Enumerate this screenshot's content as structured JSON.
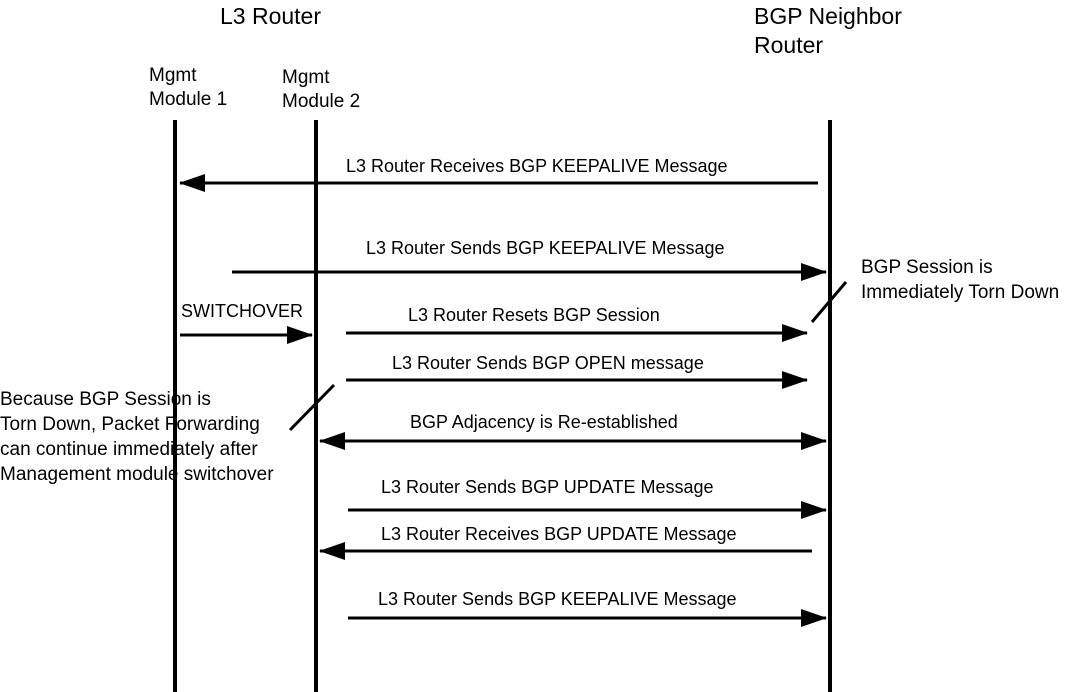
{
  "headers": {
    "l3_router": "L3 Router",
    "bgp_neighbor_line1": "BGP Neighbor",
    "bgp_neighbor_line2": "Router"
  },
  "lifelines": {
    "mgmt1_line1": "Mgmt",
    "mgmt1_line2": "Module 1",
    "mgmt2_line1": "Mgmt",
    "mgmt2_line2": "Module 2"
  },
  "messages": [
    "L3 Router Receives BGP KEEPALIVE Message",
    "L3 Router Sends BGP KEEPALIVE Message",
    "L3 Router Resets BGP Session",
    "L3 Router Sends BGP OPEN message",
    "BGP Adjacency is Re-established",
    "L3 Router Sends BGP UPDATE Message",
    "L3 Router Receives BGP UPDATE Message",
    "L3 Router Sends BGP KEEPALIVE Message"
  ],
  "switchover_label": "SWITCHOVER",
  "notes": {
    "right_line1": "BGP Session is",
    "right_line2": "Immediately Torn Down",
    "left_line1": "Because BGP Session is",
    "left_line2": "Torn Down, Packet Forwarding",
    "left_line3": "can continue immediately after",
    "left_line4": "Management module switchover"
  },
  "colors": {
    "ink": "#000000",
    "background": "#ffffff"
  }
}
